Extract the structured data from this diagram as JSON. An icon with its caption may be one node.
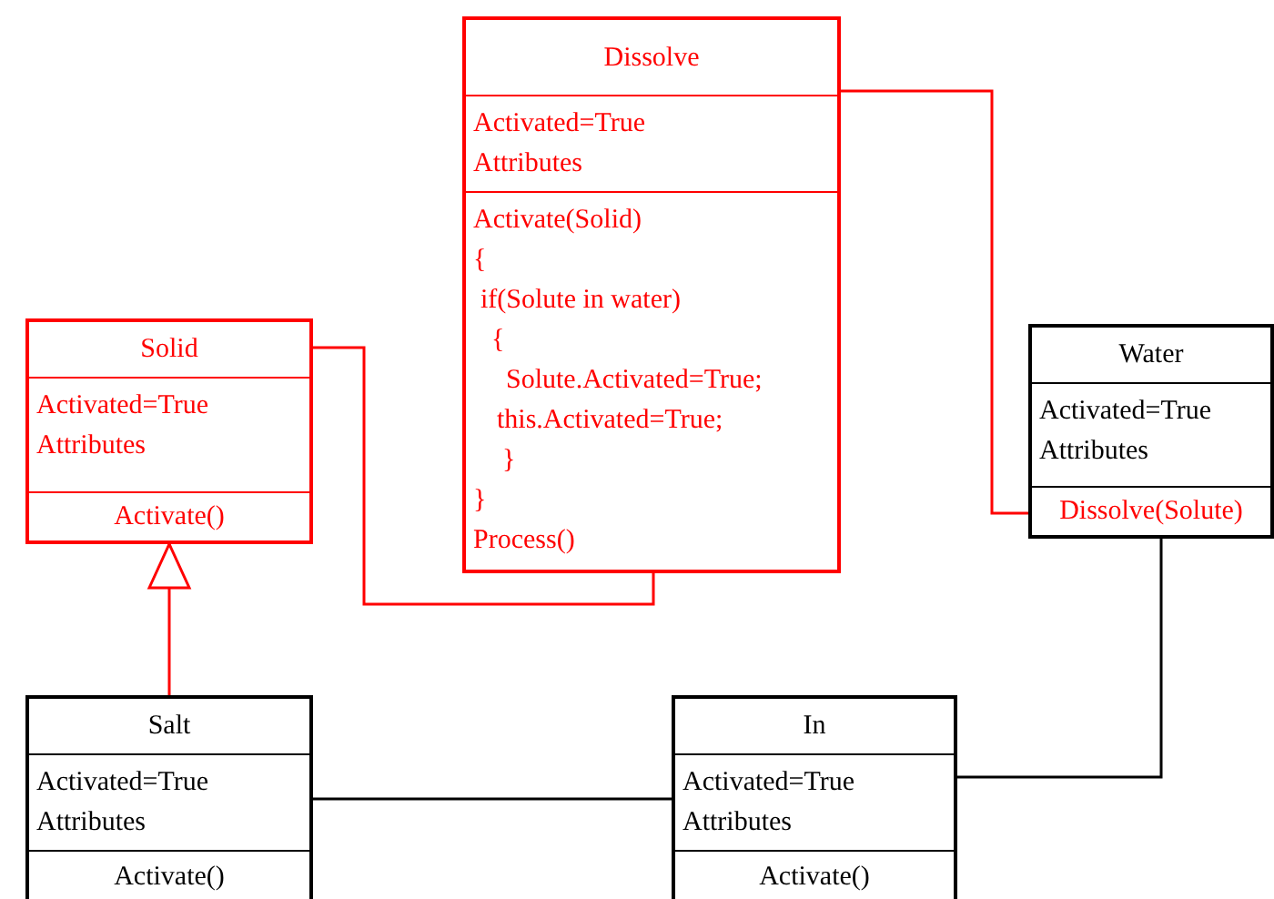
{
  "diagram": {
    "nodes": [
      {
        "text": [
          "Dissolve",
          "Activated=True",
          "Attributes",
          "Activate(Solid)",
          "{",
          "if(Solute in water)",
          "{",
          "Solute.Activated=True;",
          "this.Activated=True;",
          "}",
          "}",
          "Process()"
        ]
      },
      {
        "text": [
          "Solid",
          "Activated=True",
          "Attributes",
          "Activate()"
        ]
      },
      {
        "text": [
          "Water",
          "Activated=True",
          "Attributes",
          "Dissolve(Solute)"
        ]
      },
      {
        "text": [
          "Salt",
          "Activated=True",
          "Attributes",
          "Activate()"
        ]
      },
      {
        "text": [
          "In",
          "Activated=True",
          "Attributes",
          "Activate()"
        ]
      }
    ],
    "edges": [
      {
        "from": 3,
        "to": 1,
        "arrow": "to"
      },
      {
        "from": 1,
        "to": 0,
        "arrow": "none"
      },
      {
        "from": 0,
        "to": 2,
        "arrow": "none"
      },
      {
        "from": 3,
        "to": 4,
        "arrow": "none",
        "color": "#000000"
      },
      {
        "from": 4,
        "to": 2,
        "arrow": "none",
        "color": "#000000"
      }
    ]
  }
}
